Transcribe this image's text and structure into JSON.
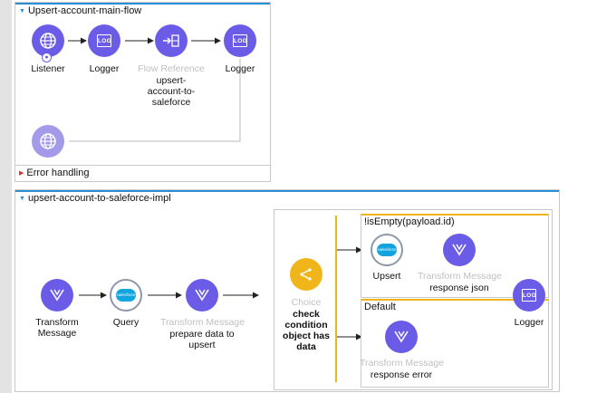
{
  "flow1": {
    "title": "Upsert-account-main-flow",
    "error_handling": "Error handling",
    "nodes": {
      "listener": {
        "label": "Listener",
        "icon": "globe-icon"
      },
      "logger1": {
        "label": "Logger",
        "icon": "log-icon",
        "icon_text": "LOG"
      },
      "flow_ref": {
        "label": "Flow Reference",
        "name": "upsert-\naccount-to-\nsaleforce",
        "icon": "flow-ref-icon"
      },
      "logger2": {
        "label": "Logger",
        "icon": "log-icon",
        "icon_text": "LOG"
      },
      "response_source": {
        "icon": "globe-icon"
      }
    }
  },
  "flow2": {
    "title": "upsert-account-to-saleforce-impl",
    "nodes": {
      "transform1": {
        "label": "Transform\nMessage",
        "icon": "transform-icon"
      },
      "query": {
        "label": "Query",
        "icon": "salesforce-icon",
        "icon_text": "salesforce"
      },
      "transform2": {
        "label": "Transform Message",
        "name": "prepare data to\nupsert",
        "icon": "transform-icon"
      },
      "choice": {
        "label": "Choice",
        "name": "check\ncondition\nobject has\ndata",
        "icon": "choice-icon"
      },
      "upsert": {
        "label": "Upsert",
        "icon": "salesforce-icon",
        "icon_text": "salesforce"
      },
      "transform3": {
        "label": "Transform Message",
        "name": "response json",
        "icon": "transform-icon"
      },
      "transform4": {
        "label": "Transform Message",
        "name": "response error",
        "icon": "transform-icon"
      },
      "logger": {
        "label": "Logger",
        "icon": "log-icon",
        "icon_text": "LOG"
      }
    },
    "routes": {
      "when": "!isEmpty(payload.id)",
      "default": "Default"
    }
  },
  "colors": {
    "accent_blue": "#2b8fd6",
    "node_purple": "#6b5ce7",
    "node_purple_faded": "#a39ae9",
    "choice_yellow": "#f1b51c",
    "salesforce_blue": "#11a4df",
    "error_red": "#e0302a"
  }
}
